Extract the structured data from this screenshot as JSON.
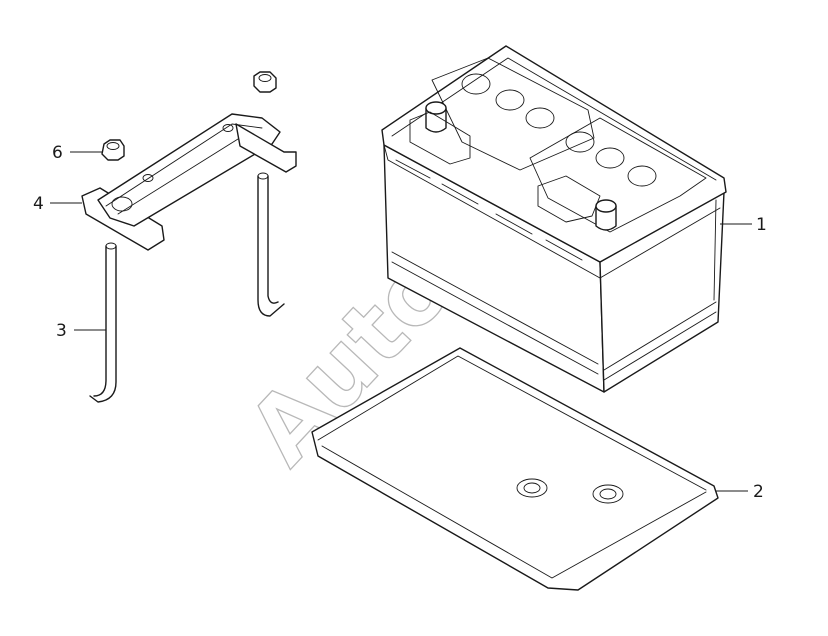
{
  "callouts": [
    {
      "id": "1",
      "part": "battery"
    },
    {
      "id": "2",
      "part": "battery-tray"
    },
    {
      "id": "3",
      "part": "hook-rod"
    },
    {
      "id": "4",
      "part": "hold-down-clamp"
    },
    {
      "id": "6",
      "part": "nut"
    }
  ],
  "watermark": "AutoSoft",
  "colors": {
    "line": "#1a1a1a",
    "watermark": "#b8b8b8",
    "background": "#ffffff"
  }
}
